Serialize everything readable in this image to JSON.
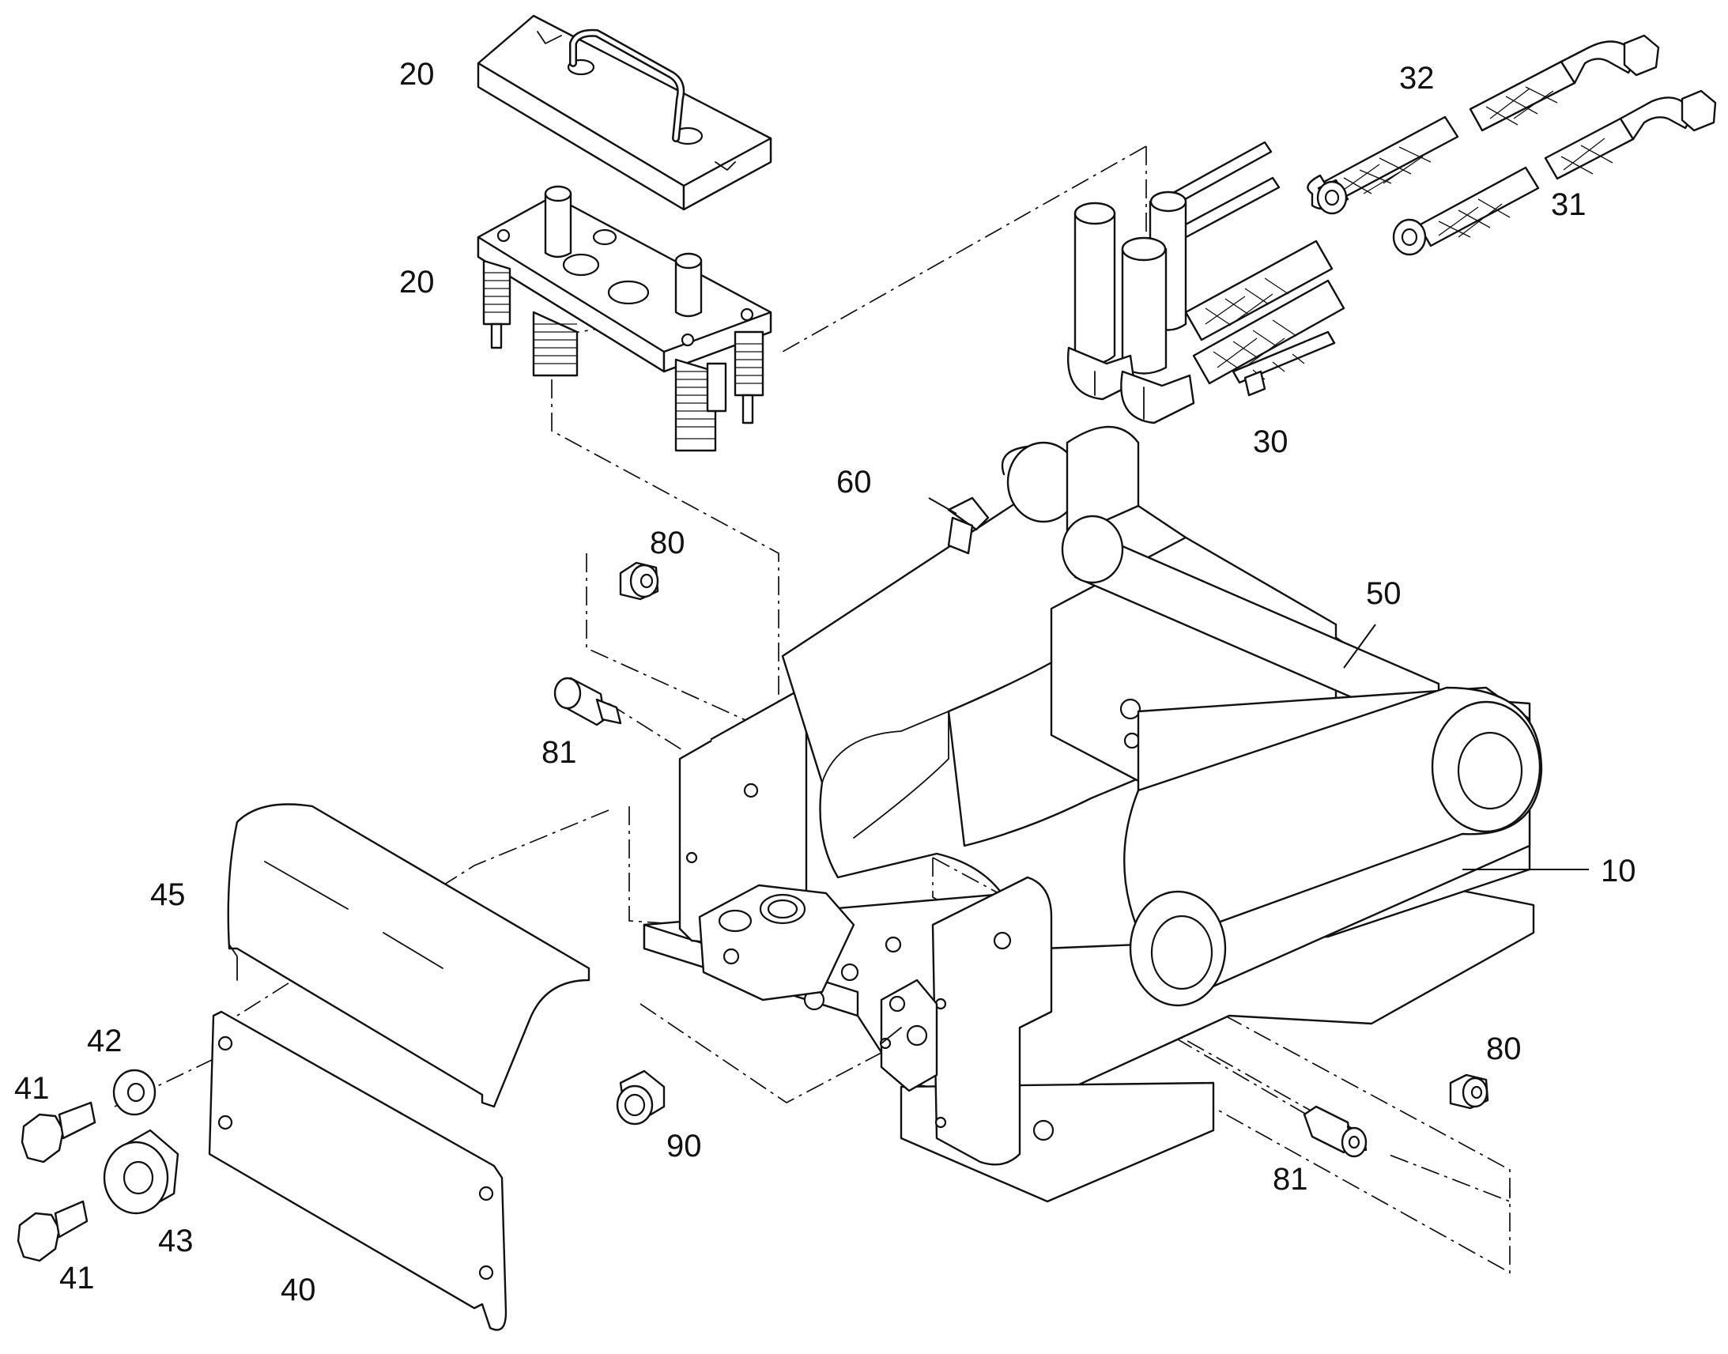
{
  "labels": {
    "p20a": "20",
    "p20b": "20",
    "p32": "32",
    "p31": "31",
    "p30": "30",
    "p60": "60",
    "p80a": "80",
    "p50": "50",
    "p81a": "81",
    "p10": "10",
    "p45": "45",
    "p42": "42",
    "p41a": "41",
    "p43": "43",
    "p41b": "41",
    "p40": "40",
    "p90": "90",
    "p80b": "80",
    "p81b": "81"
  }
}
